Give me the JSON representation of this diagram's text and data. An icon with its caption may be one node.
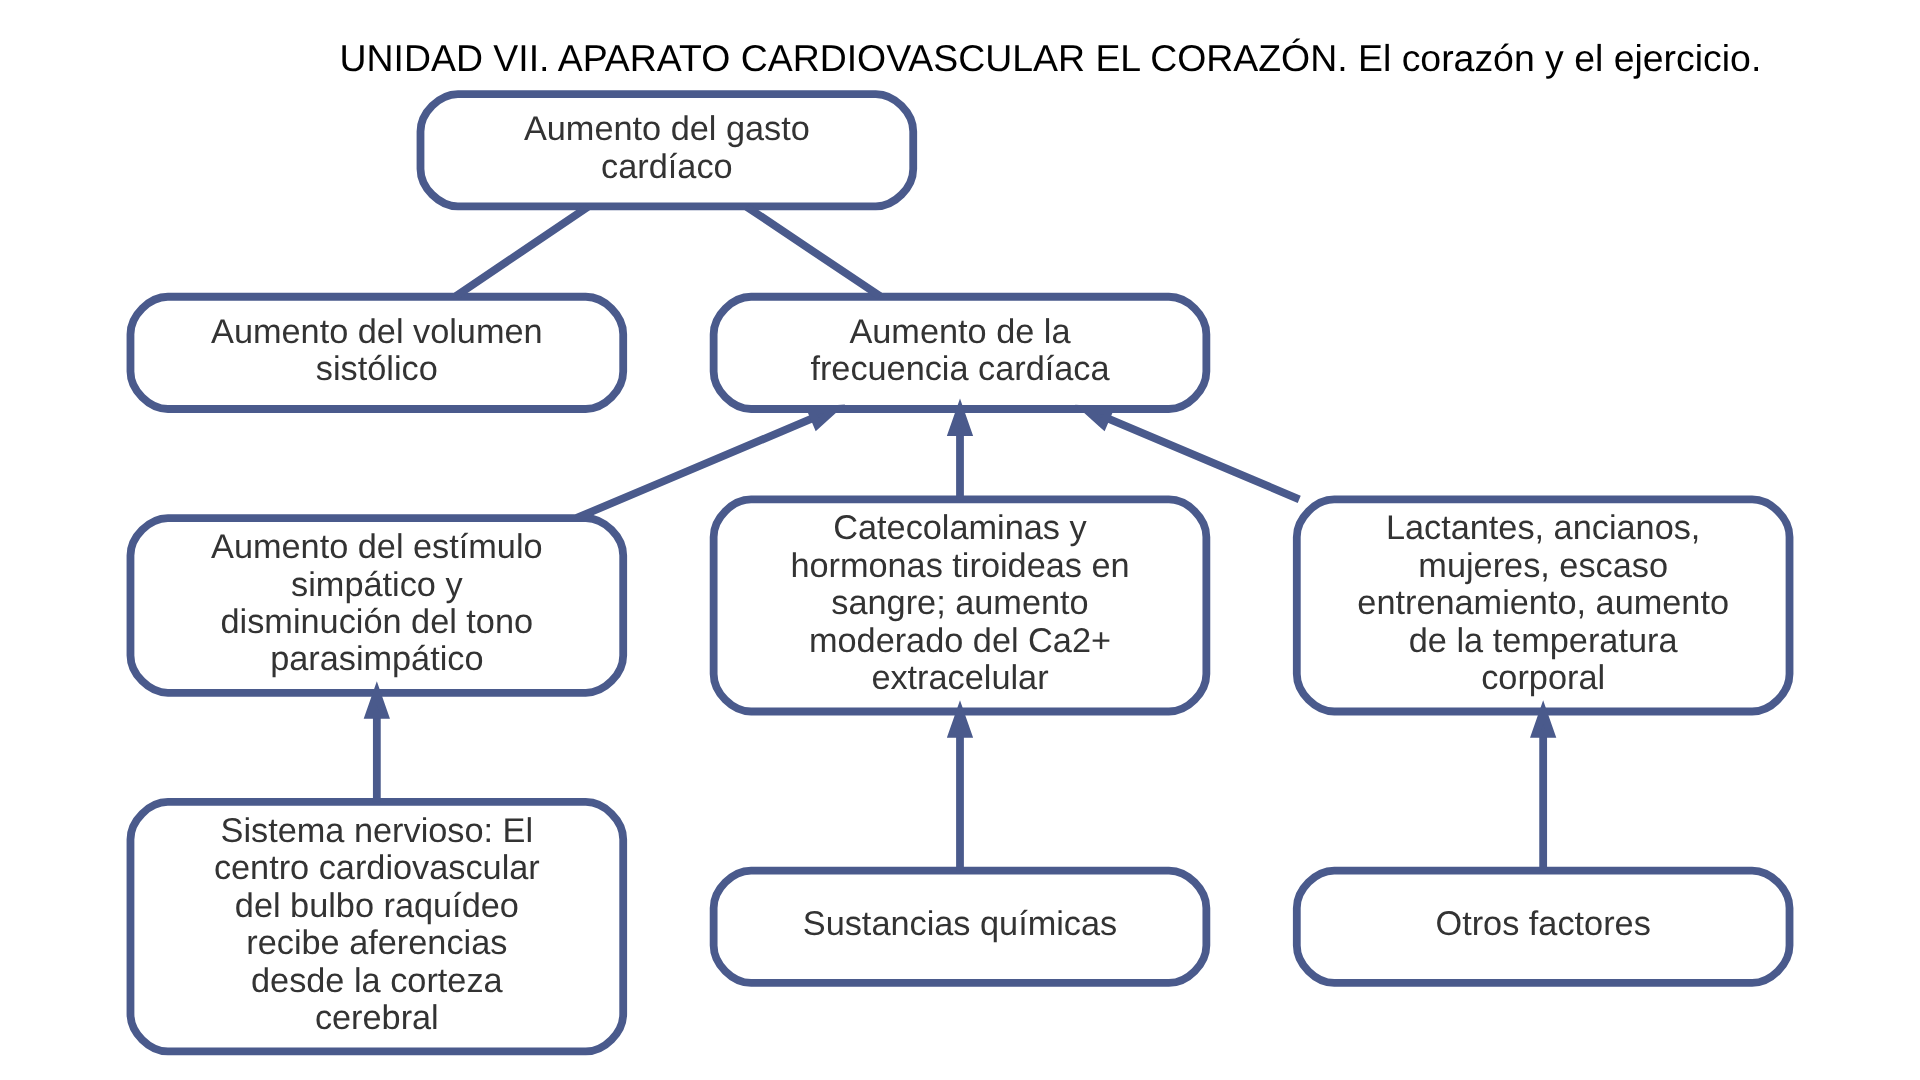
{
  "diagram": {
    "title": "UNIDAD VII. APARATO CARDIOVASCULAR EL CORAZÓN. El corazón y el ejercicio.",
    "nodes": [
      {
        "text": [
          "Aumento del volumen sistólico"
        ]
      },
      {
        "text": [
          "Aumento del gasto cardíaco"
        ]
      },
      {
        "text": [
          "Aumento de la frecuencia cardíaca"
        ]
      },
      {
        "text": [
          "Aumento del estímulo simpático y disminución del tono parasimpático"
        ]
      },
      {
        "text": [
          "Catecolaminas y hormonas tiroideas en sangre; aumento moderado del Ca2+ extracelular"
        ]
      },
      {
        "text": [
          "Lactantes, ancianos, mujeres, escaso entrenamiento, aumento de la temperatura corporal"
        ]
      },
      {
        "text": [
          "Sistema nervioso: El centro cardiovascular del bulbo raquídeo recibe aferencias desde la corteza cerebral"
        ]
      },
      {
        "text": [
          "Sustancias químicas"
        ]
      },
      {
        "text": [
          "Otros factores"
        ]
      }
    ],
    "edges": [
      {
        "from": 0,
        "to": 1,
        "arrow": "none"
      },
      {
        "from": 2,
        "to": 1,
        "arrow": "none"
      },
      {
        "from": 3,
        "to": 2,
        "arrow": "to"
      },
      {
        "from": 4,
        "to": 2,
        "arrow": "to"
      },
      {
        "from": 5,
        "to": 2,
        "arrow": "to"
      },
      {
        "from": 6,
        "to": 3,
        "arrow": "to"
      },
      {
        "from": 7,
        "to": 4,
        "arrow": "to"
      },
      {
        "from": 8,
        "to": 5,
        "arrow": "to"
      }
    ]
  }
}
